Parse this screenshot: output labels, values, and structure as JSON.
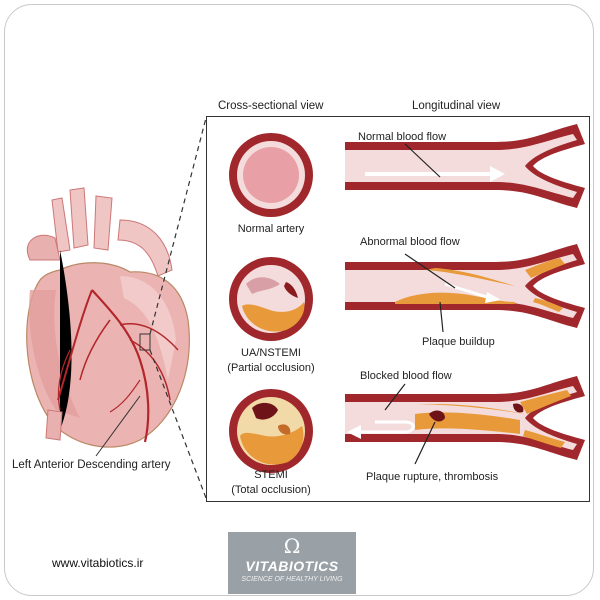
{
  "headers": {
    "cross": "Cross-sectional view",
    "longitudinal": "Longitudinal view"
  },
  "cross_sections": [
    {
      "label_line1": "Normal  artery",
      "label_line2": ""
    },
    {
      "label_line1": "UA/NSTEMI",
      "label_line2": "(Partial occlusion)"
    },
    {
      "label_line1": "STEMI",
      "label_line2": "(Total occlusion)"
    }
  ],
  "longitudinal": {
    "normal": "Normal blood flow",
    "abnormal": "Abnormal blood flow",
    "plaque": "Plaque buildup",
    "blocked": "Blocked blood flow",
    "rupture": "Plaque rupture, thrombosis"
  },
  "heart_label": "Left Anterior Descending artery",
  "website": "www.vitabiotics.ir",
  "logo": {
    "symbol": "Ω",
    "brand": "VITABIOTICS",
    "tagline": "SCIENCE OF HEALTHY LIVING"
  },
  "colors": {
    "wall": "#a0282c",
    "lumen": "#f4dcdc",
    "plaque": "#e89a3a",
    "heart": "#eab6b4",
    "coronary": "#b3262b"
  }
}
